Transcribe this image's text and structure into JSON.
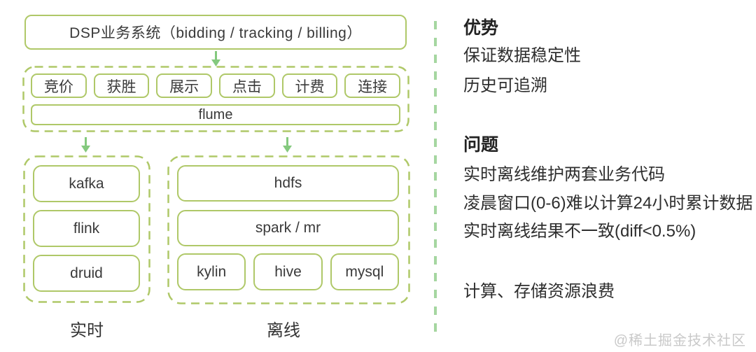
{
  "diagram": {
    "title": "DSP业务系统（bidding / tracking / billing）",
    "stages": [
      "竞价",
      "获胜",
      "展示",
      "点击",
      "计费",
      "连接"
    ],
    "collector": "flume",
    "realtime": {
      "items": [
        "kafka",
        "flink",
        "druid"
      ],
      "label": "实时"
    },
    "offline": {
      "wide_items": [
        "hdfs",
        "spark / mr"
      ],
      "bottom_items": [
        "kylin",
        "hive",
        "mysql"
      ],
      "label": "离线"
    }
  },
  "notes": {
    "advantages_title": "优势",
    "advantages": [
      "保证数据稳定性",
      "历史可追溯"
    ],
    "problems_title": "问题",
    "problems": [
      "实时离线维护两套业务代码",
      "凌晨窗口(0-6)难以计算24小时累计数据",
      "实时离线结果不一致(diff<0.5%)"
    ],
    "waste_note": "计算、存储资源浪费"
  },
  "watermark": "@稀土掘金技术社区",
  "colors": {
    "box_border": "#afc868",
    "arrow_green": "#84c97e",
    "divider_green": "#a5d6a0",
    "text": "#333333",
    "watermark_gray": "#c9c9c9"
  }
}
